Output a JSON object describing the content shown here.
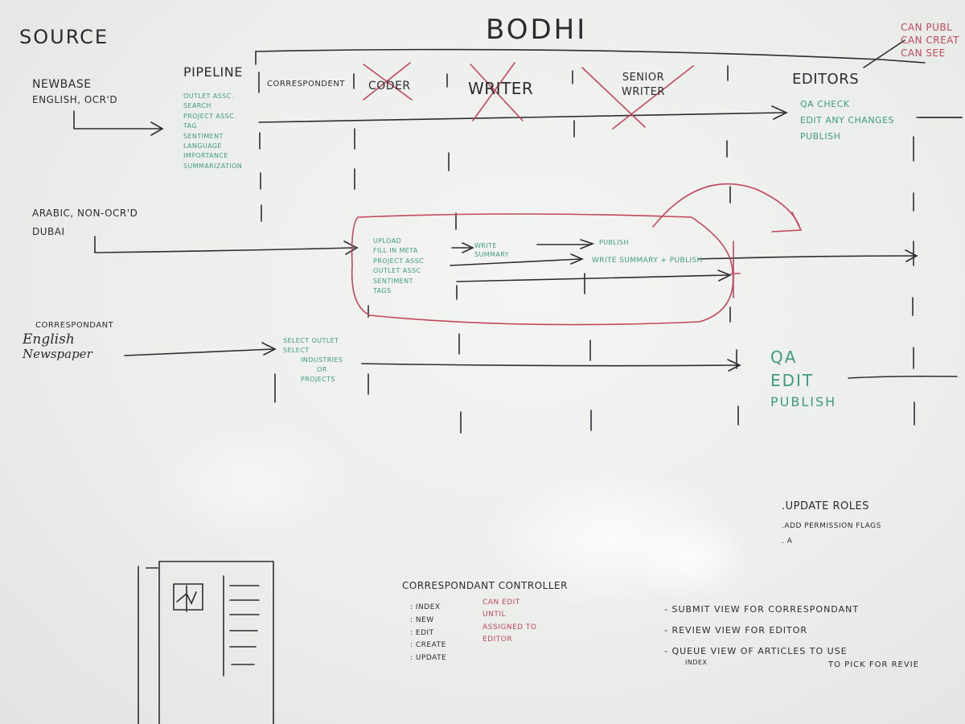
{
  "board": {
    "title": "Bodhi",
    "source_heading": "Source",
    "stages": [
      "Pipeline",
      "Correspondent",
      "Coder",
      "Writer",
      "Senior Writer",
      "Editors"
    ],
    "top_right_notes": [
      "Can Publ",
      "Can Creat",
      "Can See"
    ],
    "rows": [
      {
        "source": [
          "Newbase",
          "English, OCR'd"
        ],
        "pipeline_steps": [
          "Outlet Assc.",
          "Search",
          "Project Assc.",
          "Tag",
          "Sentiment",
          "Language",
          "Importance",
          "Summarization"
        ],
        "editor_steps": [
          "QA Check",
          "Edit Any Changes",
          "Publish"
        ]
      },
      {
        "source": [
          "Arabic, Non-OCR'd",
          "Dubai"
        ],
        "coder_steps": [
          "Upload",
          "Fill in Meta",
          "Project Assc",
          "Outlet Assc",
          "Sentiment",
          "Tags"
        ],
        "writer_step": "Write Summary",
        "senior_steps": [
          "Publish",
          "Write Summary + Publish"
        ]
      },
      {
        "source": [
          "Correspondant",
          "English",
          "Newspaper"
        ],
        "correspondent_steps": [
          "Select Outlet",
          "Select",
          "Industries",
          "OR",
          "Projects"
        ],
        "editor_steps": [
          "QA",
          "Edit",
          "Publish"
        ]
      }
    ],
    "notes_roles": [
      ".Update Roles",
      ".Add Permission Flags",
      ". A"
    ],
    "controller": {
      "title": "Correspondant Controller",
      "actions": [
        ": Index",
        ": New",
        ": Edit",
        ": Create",
        ": Update"
      ],
      "notes": [
        "Can Edit",
        "Until",
        "Assigned to",
        "Editor"
      ]
    },
    "views": [
      "- Submit View for Correspondant",
      "- Review View for Editor",
      "- Queue View of Articles to use",
      "Index",
      "to pick for revie"
    ]
  }
}
